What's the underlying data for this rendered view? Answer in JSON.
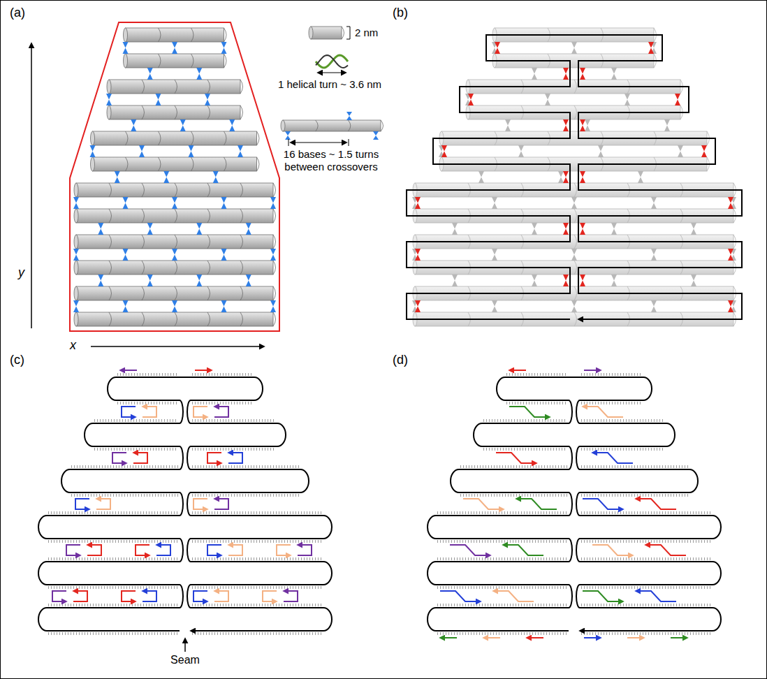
{
  "diagram": {
    "labels": [
      "(a)",
      "2 nm",
      "1 helical turn ~ 3.6 nm",
      "16 bases ~ 1.5 turns between crossovers",
      "y",
      "x",
      "(b)",
      "(c)",
      "Seam",
      "(d)"
    ]
  }
}
